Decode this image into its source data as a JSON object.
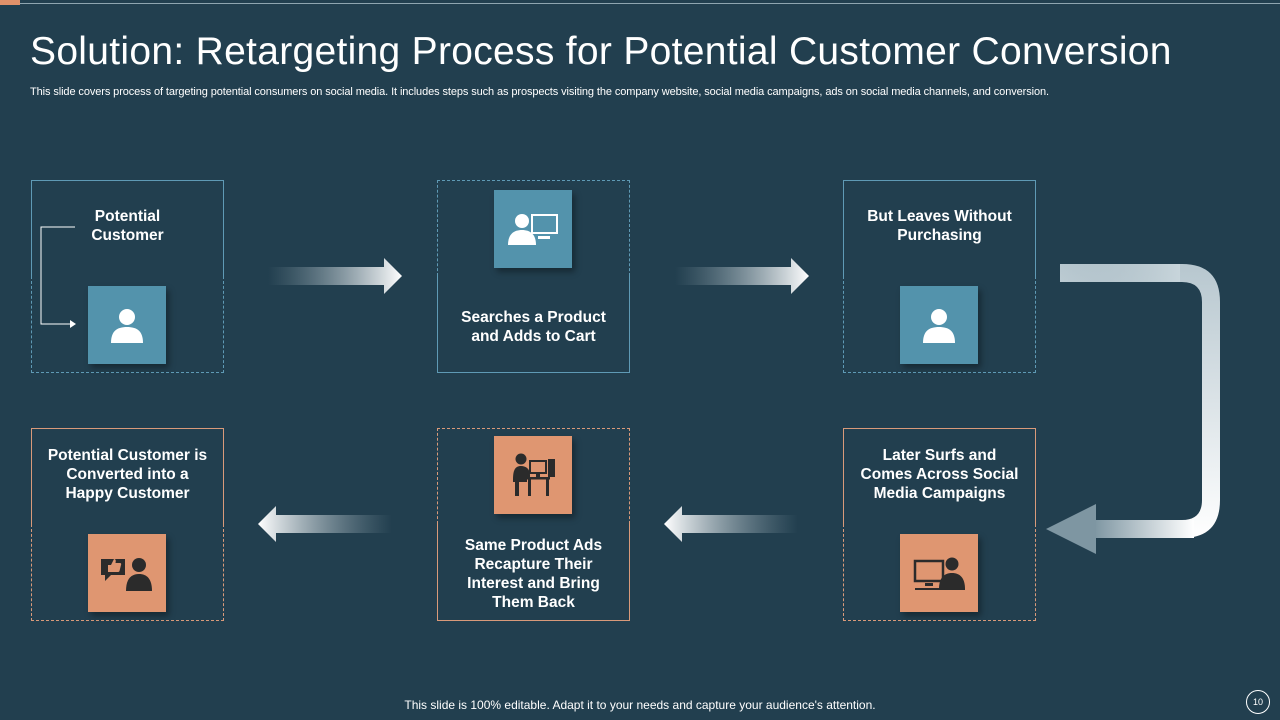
{
  "title": "Solution: Retargeting Process for Potential Customer Conversion",
  "subtitle": "This slide covers process of targeting potential consumers on social media. It includes steps such as prospects visiting the company website, social media campaigns,  ads on social media channels, and conversion.",
  "steps": [
    {
      "label_lines": [
        "Potential",
        "Customer"
      ],
      "icon": "user-icon"
    },
    {
      "label_lines": [
        "Searches a Product",
        "and Adds to Cart"
      ],
      "icon": "user-computer-icon"
    },
    {
      "label_lines": [
        "But Leaves Without",
        "Purchasing"
      ],
      "icon": "user-icon"
    },
    {
      "label_lines": [
        "Later Surfs and",
        "Comes Across Social",
        "Media Campaigns"
      ],
      "icon": "person-at-monitor-icon"
    },
    {
      "label_lines": [
        "Same Product Ads",
        "Recapture Their",
        "Interest and Bring",
        "Them Back"
      ],
      "icon": "person-at-desk-icon"
    },
    {
      "label_lines": [
        "Potential Customer is",
        "Converted into a",
        "Happy Customer"
      ],
      "icon": "thumbs-up-chat-icon"
    }
  ],
  "colors": {
    "background": "#223f4f",
    "blue_accent": "#5393ac",
    "orange_accent": "#df9671",
    "blue_border": "#5f9ab5",
    "orange_border": "#d99a7a"
  },
  "footer": "This slide is 100% editable. Adapt it to your needs and capture your audience's attention.",
  "page_number": "10"
}
